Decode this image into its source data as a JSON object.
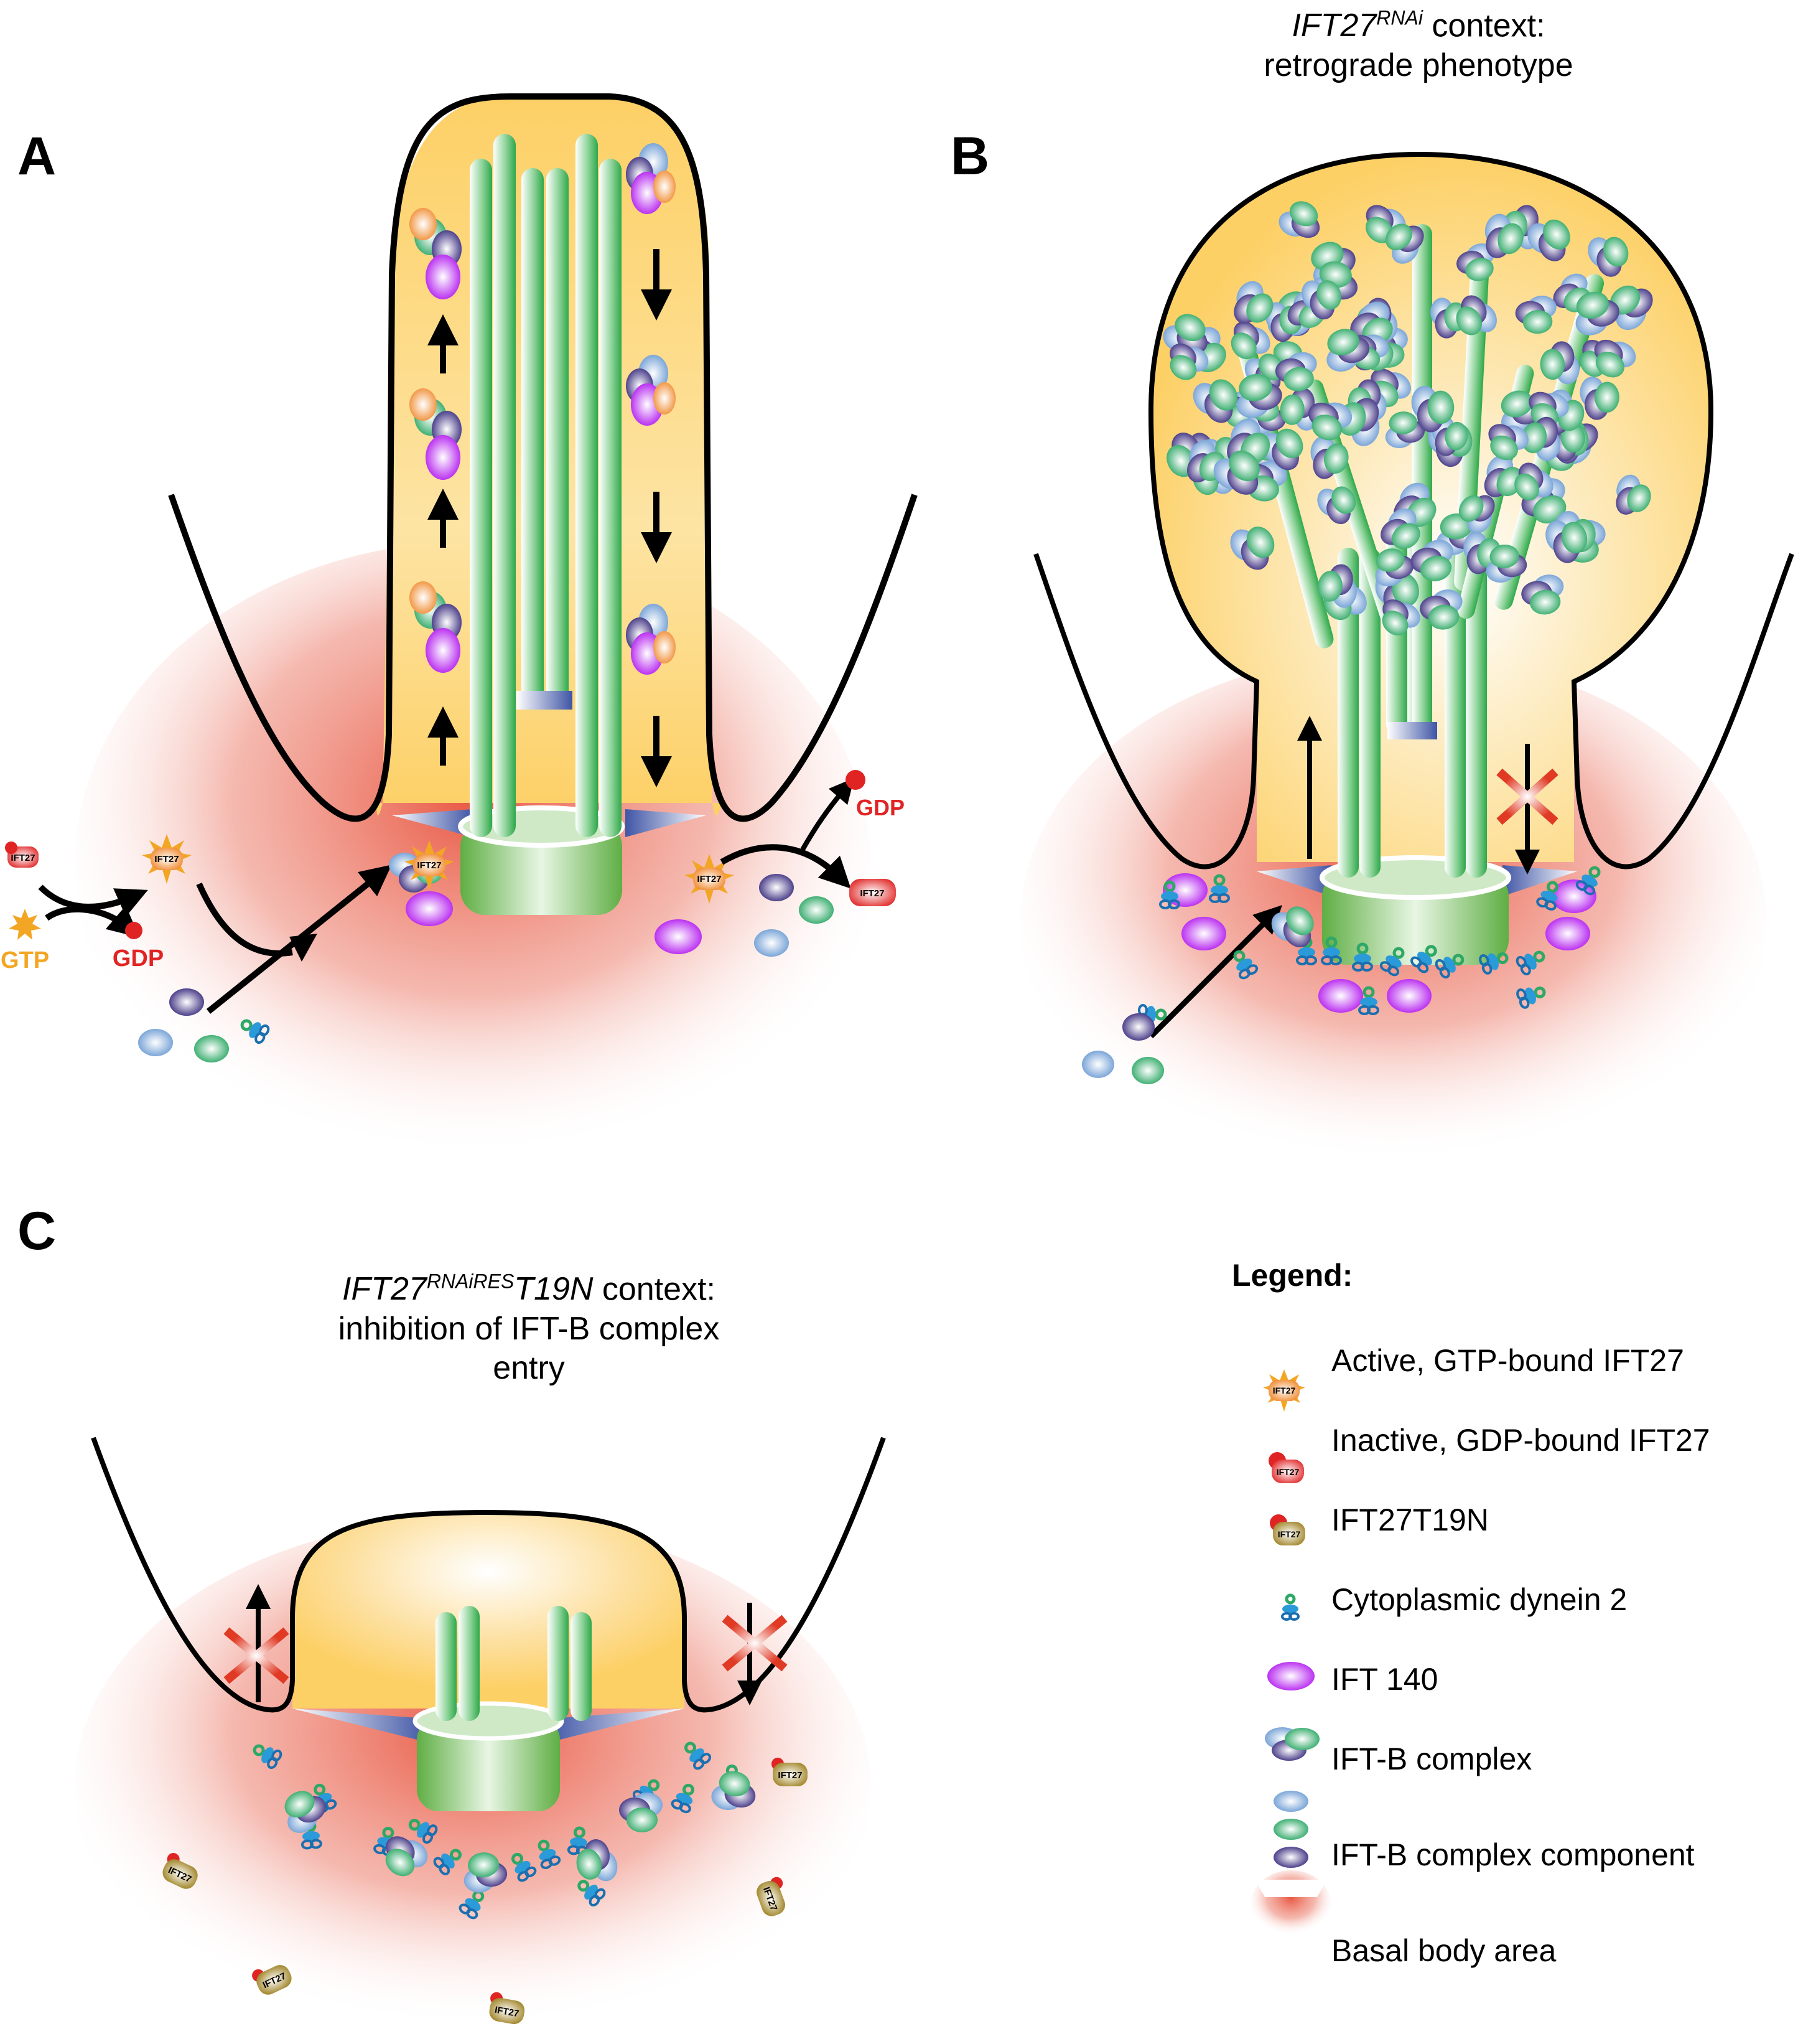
{
  "panels": {
    "A": {
      "letter": "A"
    },
    "B": {
      "letter": "B",
      "title_gene": "IFT27",
      "title_sup": "RNAi",
      "title_rest": " context:",
      "title_line2": "retrograde phenotype"
    },
    "C": {
      "letter": "C",
      "title_gene": "IFT27",
      "title_sup": "RNAiRES",
      "title_gene2": "T19N",
      "title_rest": " context:",
      "title_line2": "inhibition of IFT-B complex",
      "title_line3": "entry"
    }
  },
  "annotations": {
    "ift27_tag": "IFT27",
    "gtp": "GTP",
    "gdp": "GDP"
  },
  "colors": {
    "ciliary_fill": "#fdd066",
    "basal_body_red": "#e8503a",
    "microtubule_green": "#3cb04a",
    "ift140_purple": "#b41ef0",
    "gtp_orange": "#f3a623",
    "gdp_red": "#e02424",
    "t19n_gold": "#a88a2a",
    "dynein_blue": "#2b9ad8",
    "ift_b_light_blue": "#7fa9dc",
    "ift_b_green": "#2ea866",
    "ift_b_dark_purple": "#3c2f80",
    "inhibit_x_red": "#e03a24"
  },
  "legend": {
    "heading": "Legend:",
    "items": [
      {
        "icon": "active-ift27-icon",
        "label": "Active, GTP-bound IFT27"
      },
      {
        "icon": "inactive-ift27-icon",
        "label": "Inactive, GDP-bound IFT27"
      },
      {
        "icon": "ift27-t19n-icon",
        "label": "IFT27T19N"
      },
      {
        "icon": "dynein-icon",
        "label": "Cytoplasmic dynein 2"
      },
      {
        "icon": "ift140-icon",
        "label": "IFT 140"
      },
      {
        "icon": "ift-b-complex-icon",
        "label": "IFT-B complex"
      },
      {
        "icon": "ift-b-component-icon",
        "label": "IFT-B complex component"
      },
      {
        "icon": "basal-body-area-icon",
        "label": "Basal body area"
      }
    ]
  }
}
